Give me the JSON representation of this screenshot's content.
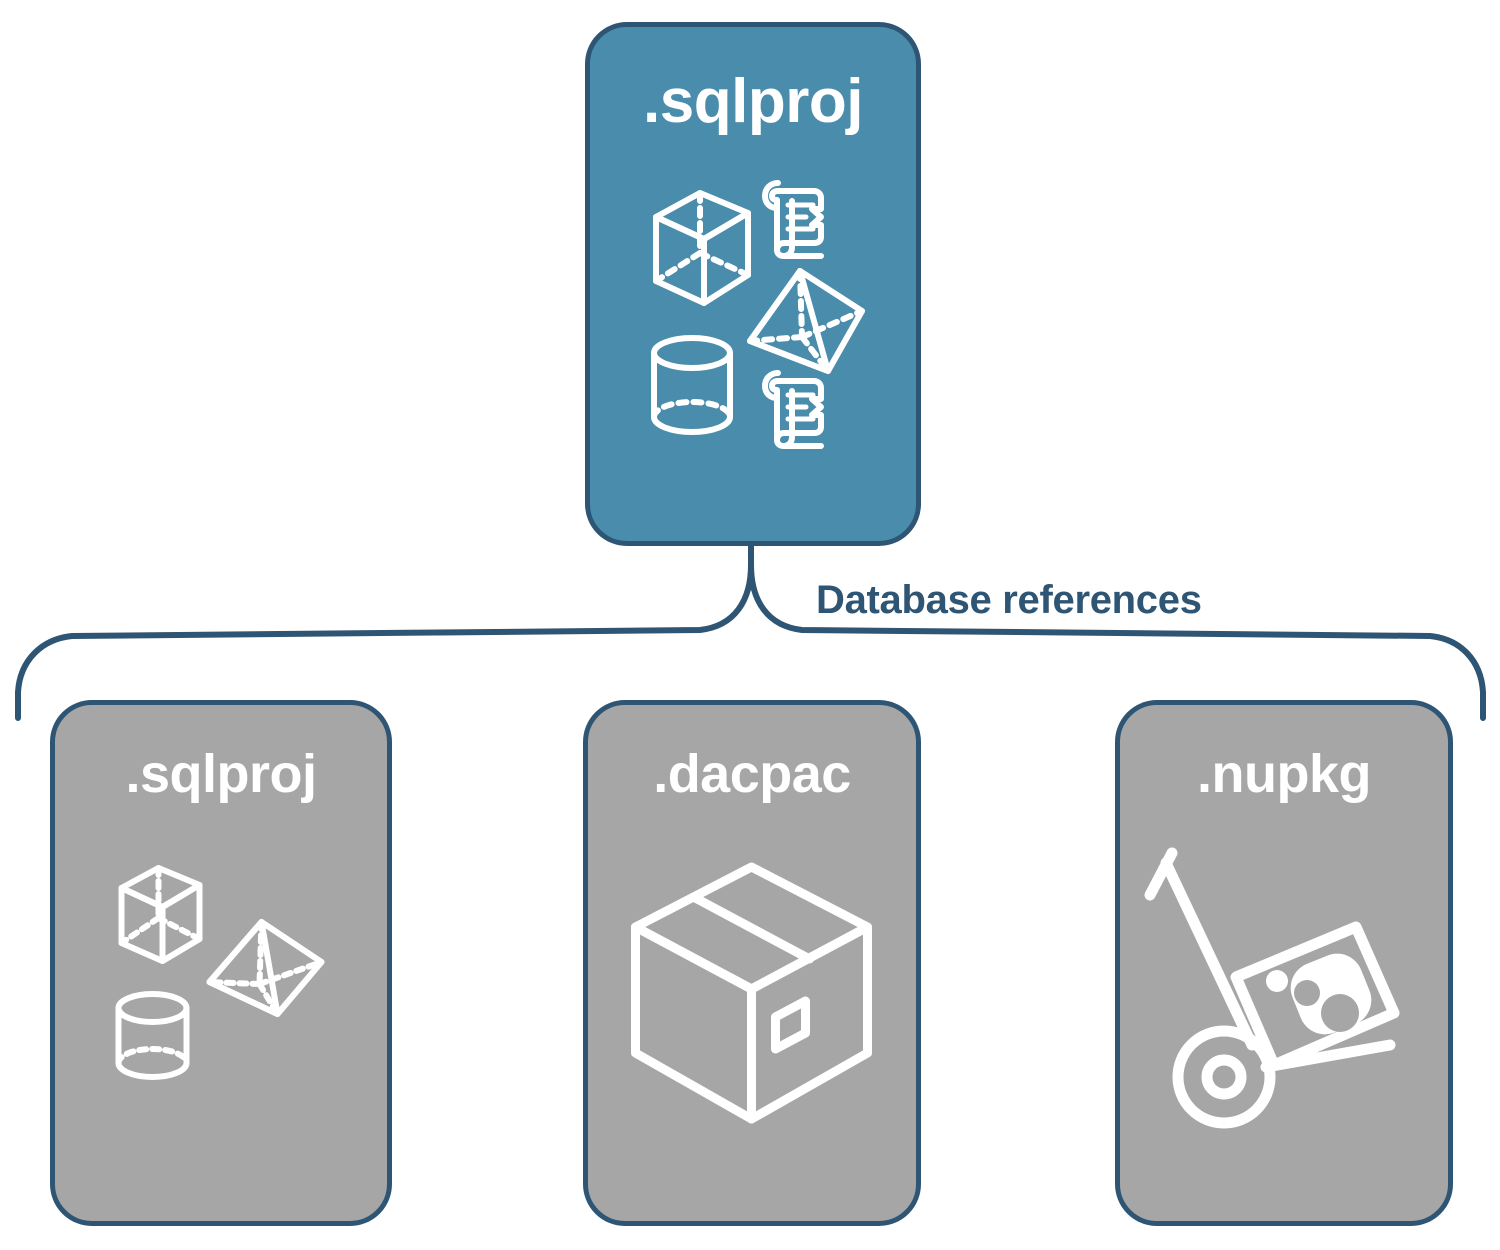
{
  "diagram": {
    "type": "hierarchy",
    "title": "",
    "colors": {
      "accent_blue": "#4a8cab",
      "border_dark_blue": "#2e5574",
      "card_gray": "#a6a6a6",
      "icon_white": "#ffffff",
      "background": "#ffffff"
    },
    "root": {
      "label": ".sqlproj",
      "fill": "#4a8cab",
      "icons": [
        "cube-icon",
        "pyramid-icon",
        "cylinder-icon",
        "scroll-icon",
        "scroll-icon"
      ]
    },
    "connector": {
      "label": "Database references",
      "style": "curly-brace-bracket",
      "color": "#2e5574"
    },
    "children": [
      {
        "label": ".sqlproj",
        "fill": "#a6a6a6",
        "icons": [
          "cube-icon",
          "pyramid-icon",
          "cylinder-icon"
        ]
      },
      {
        "label": ".dacpac",
        "fill": "#a6a6a6",
        "icons": [
          "package-box-icon"
        ]
      },
      {
        "label": ".nupkg",
        "fill": "#a6a6a6",
        "icons": [
          "hand-truck-icon",
          "nuget-package-icon"
        ]
      }
    ]
  }
}
